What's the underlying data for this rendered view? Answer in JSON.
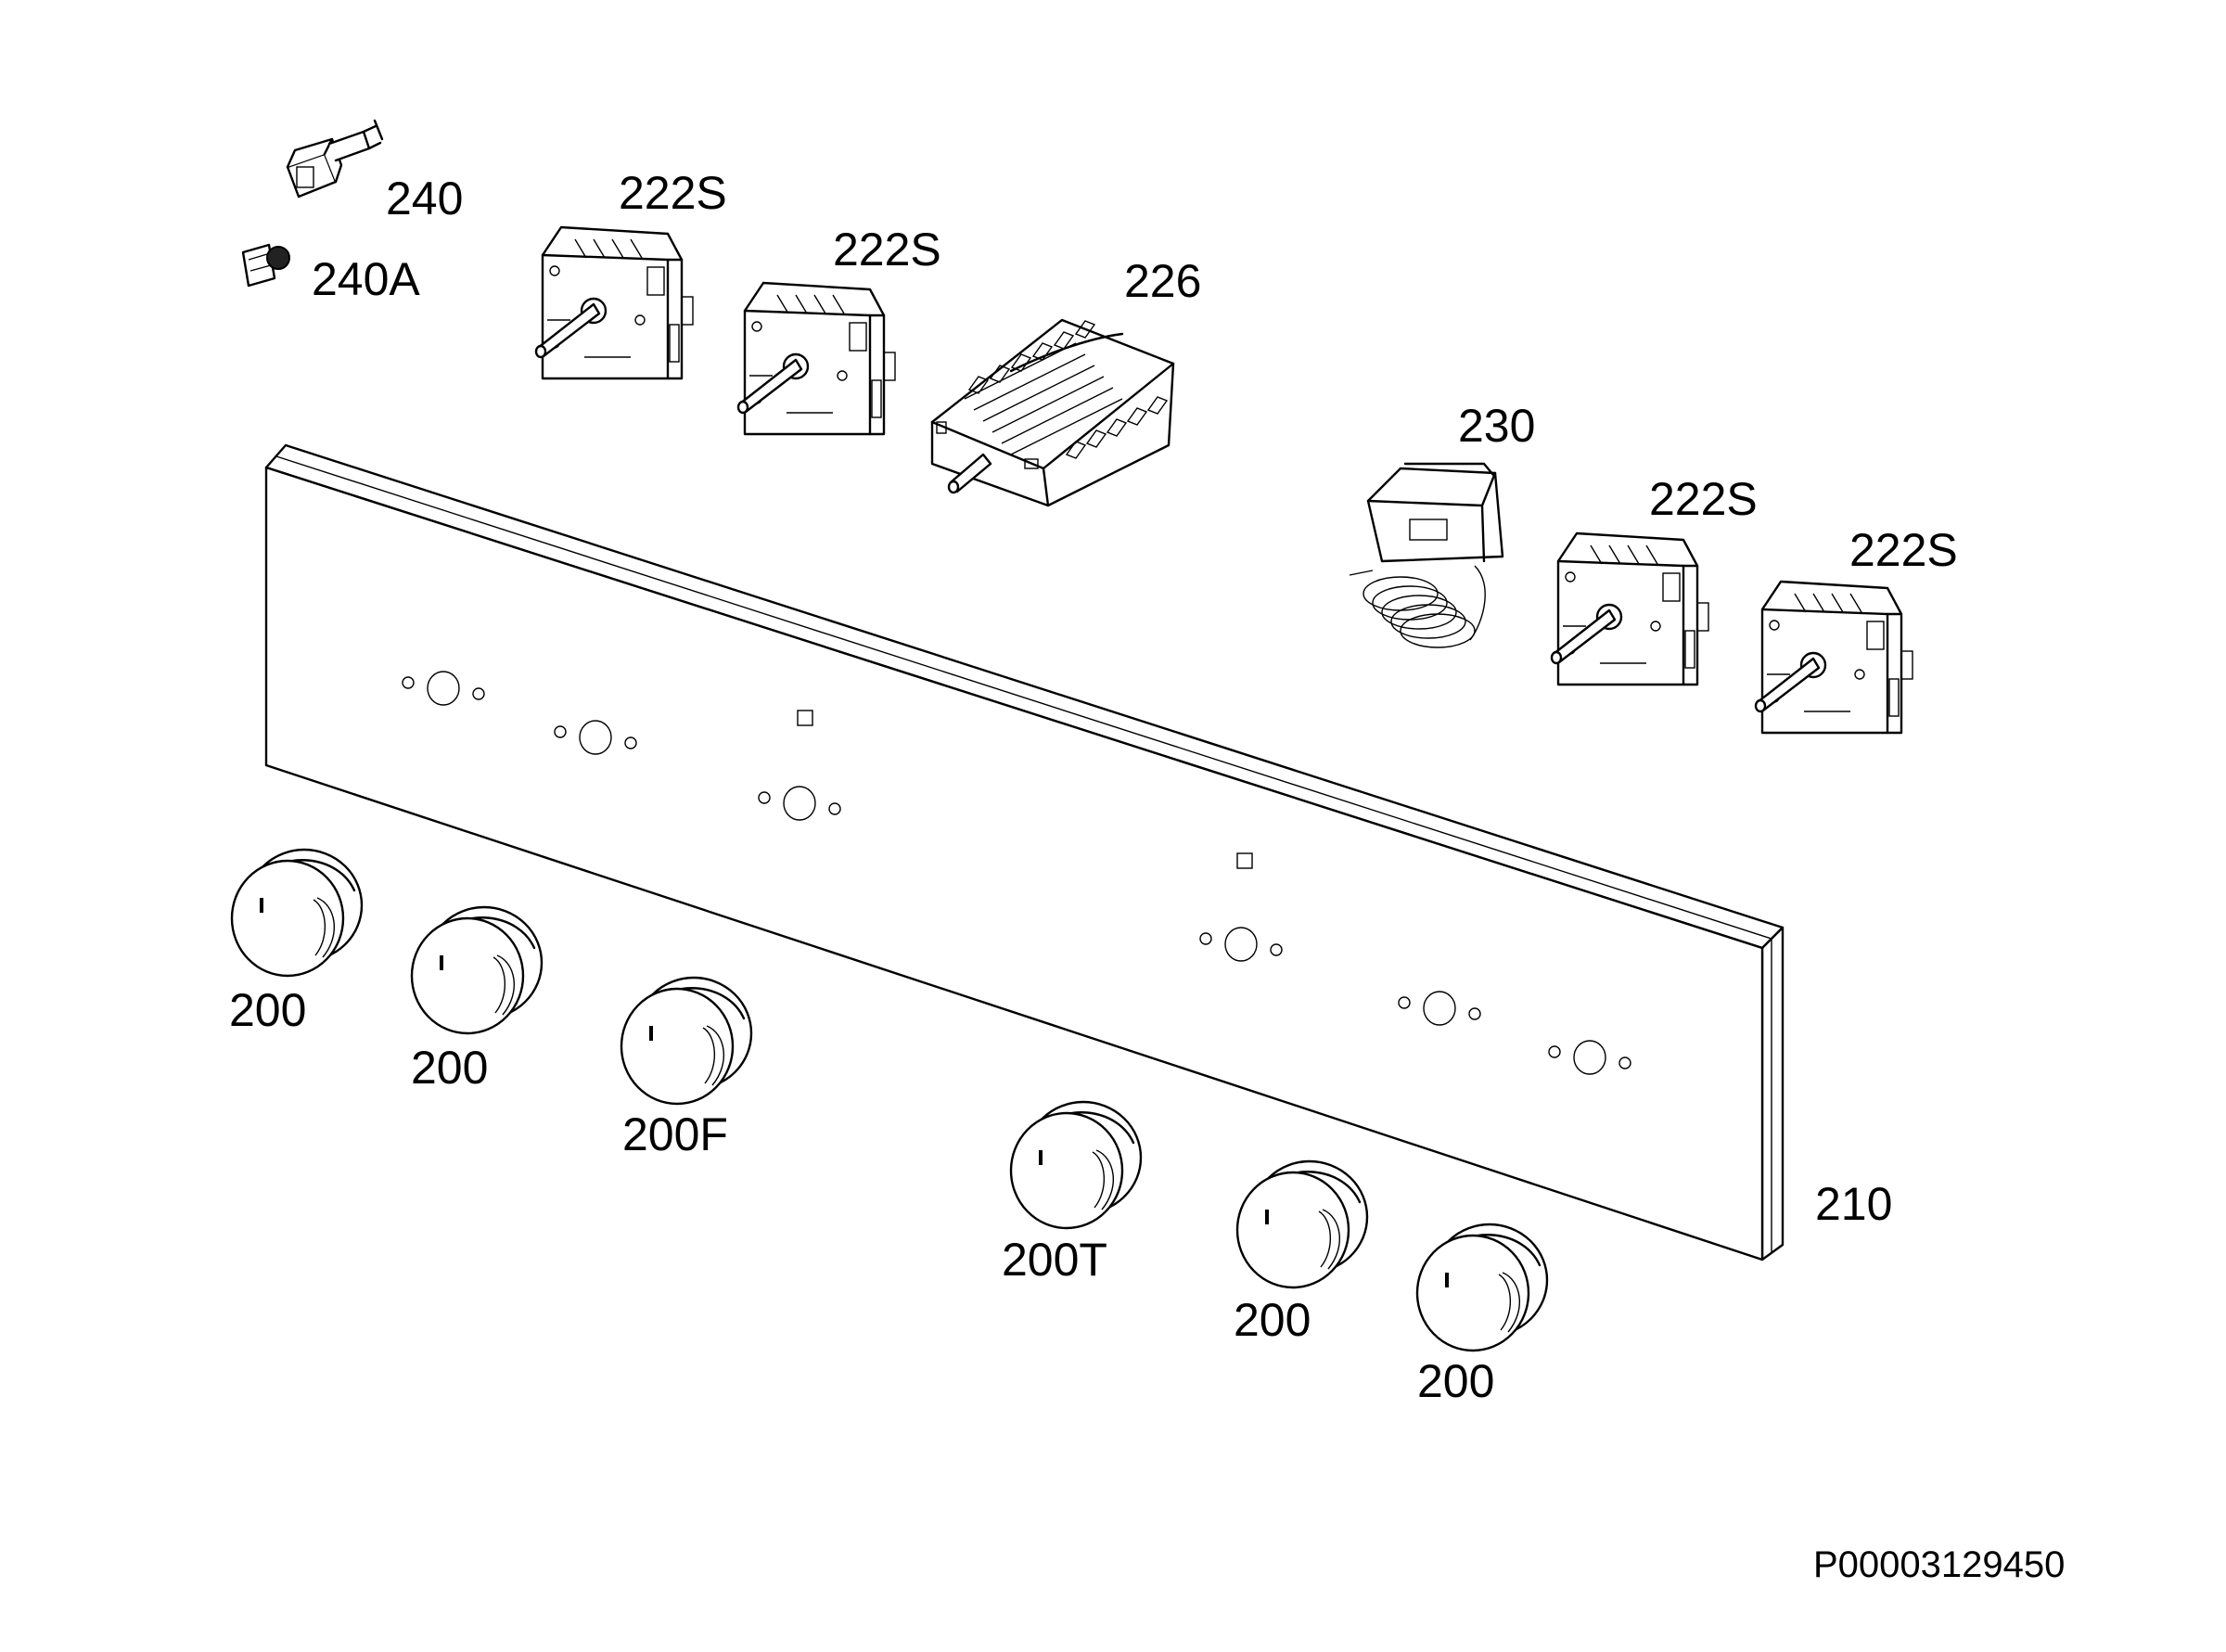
{
  "diagram": {
    "document_id": "P00003129450",
    "labels": {
      "p240": "240",
      "p240a": "240A",
      "p222s_1": "222S",
      "p222s_2": "222S",
      "p226": "226",
      "p230": "230",
      "p222s_3": "222S",
      "p222s_4": "222S",
      "p210": "210",
      "k1": "200",
      "k2": "200",
      "k3": "200F",
      "k4": "200T",
      "k5": "200",
      "k6": "200"
    }
  }
}
